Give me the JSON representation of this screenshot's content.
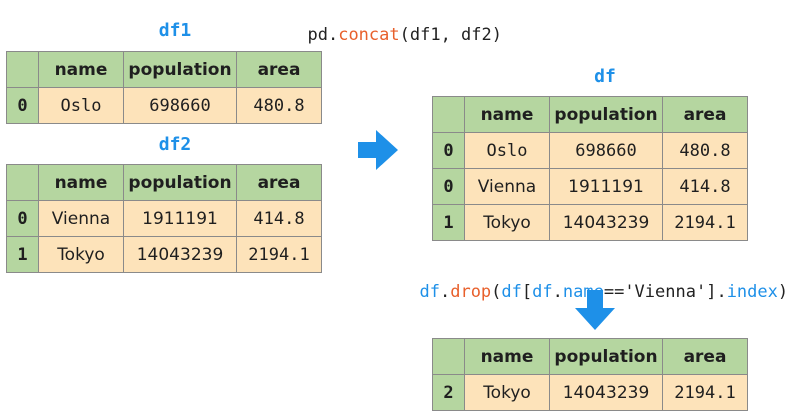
{
  "top_code": {
    "prefix": "pd.",
    "func": "concat",
    "args": "(df1, df2)"
  },
  "columns": [
    "name",
    "population",
    "area"
  ],
  "df1": {
    "label": "df1",
    "rows": [
      {
        "idx": "0",
        "name": "Oslo",
        "population": "698660",
        "area": "480.8"
      }
    ]
  },
  "df2": {
    "label": "df2",
    "rows": [
      {
        "idx": "0",
        "name": "Vienna",
        "population": "1911191",
        "area": "414.8"
      },
      {
        "idx": "1",
        "name": "Tokyo",
        "population": "14043239",
        "area": "2194.1"
      }
    ]
  },
  "df": {
    "label": "df",
    "rows": [
      {
        "idx": "0",
        "name": "Oslo",
        "population": "698660",
        "area": "480.8"
      },
      {
        "idx": "0",
        "name": "Vienna",
        "population": "1911191",
        "area": "414.8"
      },
      {
        "idx": "1",
        "name": "Tokyo",
        "population": "14043239",
        "area": "2194.1"
      }
    ]
  },
  "drop_code": {
    "p1": "df",
    "p2": ".",
    "p3": "drop",
    "p4": "(",
    "p5": "df",
    "p6": "[",
    "p7": "df",
    "p8": ".",
    "p9": "name",
    "p10": "=='Vienna']",
    "p11": ".",
    "p12": "index",
    "p13": ")"
  },
  "result": {
    "rows": [
      {
        "idx": "2",
        "name": "Tokyo",
        "population": "14043239",
        "area": "2194.1"
      }
    ]
  },
  "colors": {
    "header": "#b5d6a0",
    "cell": "#fde3ba",
    "accent": "#1e90e8",
    "func": "#e8602c"
  }
}
